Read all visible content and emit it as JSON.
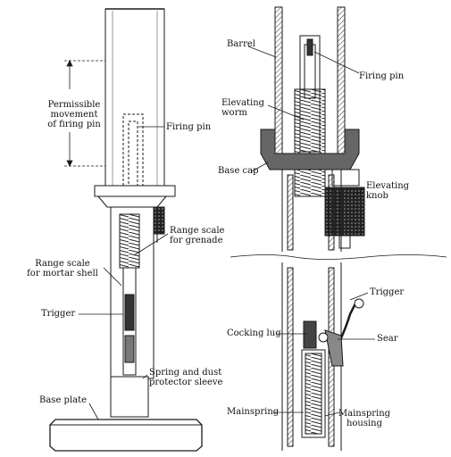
{
  "left_figure": {
    "labels": {
      "permissible_line1": "Permissible",
      "permissible_line2": "movement",
      "permissible_line3": "of firing pin",
      "firing_pin": "Firing pin",
      "range_grenade_line1": "Range scale",
      "range_grenade_line2": "for grenade",
      "range_mortar_line1": "Range scale",
      "range_mortar_line2": "for mortar shell",
      "trigger": "Trigger",
      "spring_line1": "Spring and dust",
      "spring_line2": "protector sleeve",
      "base_plate": "Base plate"
    }
  },
  "right_figure": {
    "labels": {
      "barrel": "Barrel",
      "firing_pin": "Firing pin",
      "elevating_worm_line1": "Elevating",
      "elevating_worm_line2": "worm",
      "base_cap": "Base cap",
      "elevating_knob_line1": "Elevating",
      "elevating_knob_line2": "knob",
      "trigger": "Trigger",
      "cocking_lug": "Cocking lug",
      "sear": "Sear",
      "mainspring": "Mainspring",
      "mainspring_housing_line1": "Mainspring",
      "mainspring_housing_line2": "housing"
    }
  },
  "colors": {
    "ink": "#1a1a1a",
    "paper": "#ffffff",
    "shade": "#555555"
  }
}
